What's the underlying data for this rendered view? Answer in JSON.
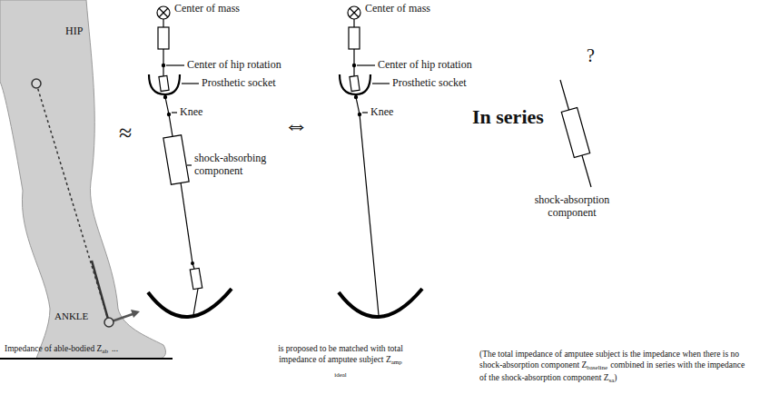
{
  "diagram": {
    "labels": [
      "HIP",
      "ANKLE",
      "≈",
      "Center of mass",
      "Center of hip rotation",
      "Prosthetic socket",
      "Knee",
      "shock-absorbing component",
      "⇔",
      "Center of mass",
      "Center of hip rotation",
      "Prosthetic socket",
      "Knee",
      "In series",
      "?",
      "shock-absorption component",
      "Impedance of able-bodied Z",
      "ab",
      "...",
      "is proposed to be matched with total impedance of amputee subject Z",
      "amp ideal",
      "(The total impedance of amputee subject is the impedance when there is no shock-absorption component Z",
      "baseline",
      "combined in series with the impedance of the shock-absorption component Z",
      "sa",
      ")"
    ]
  }
}
